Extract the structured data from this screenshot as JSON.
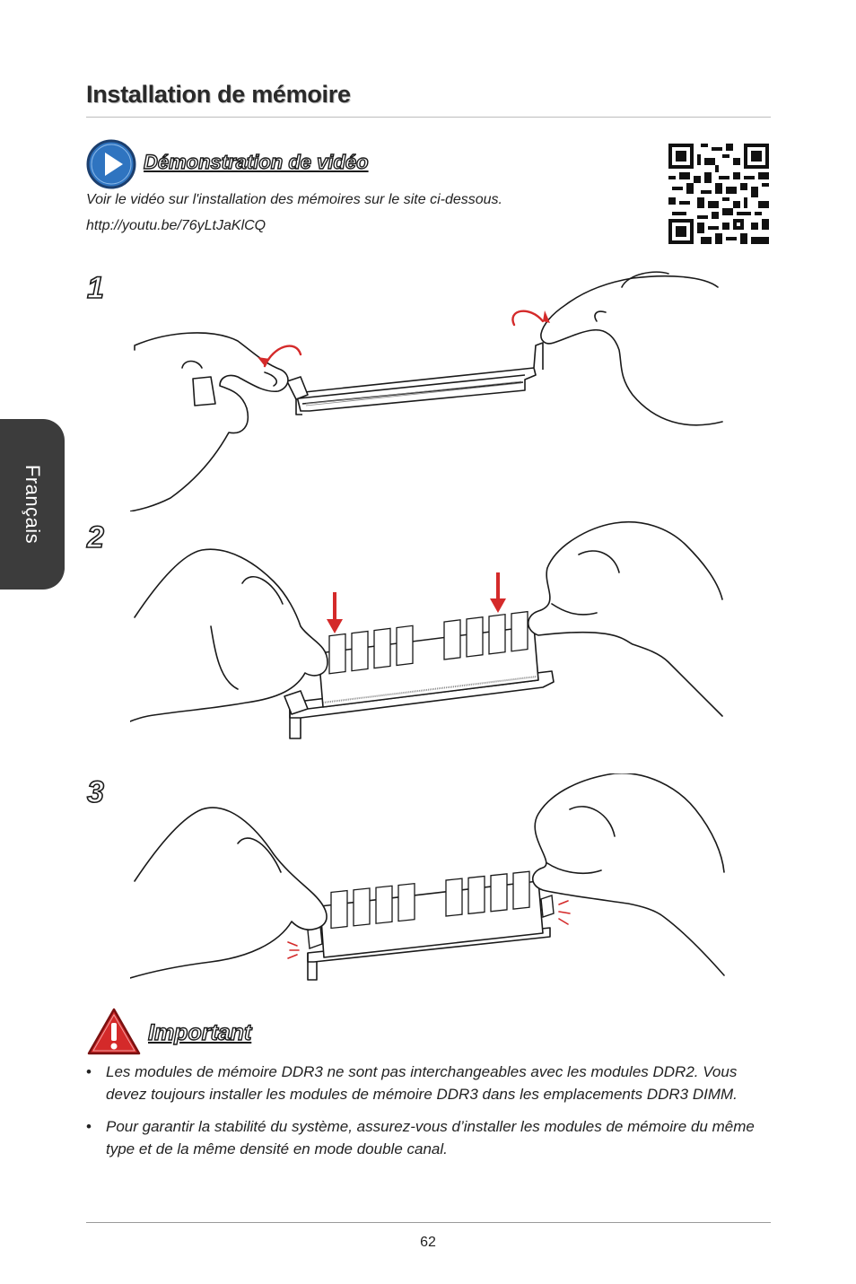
{
  "header": {
    "title": "Installation de mémoire"
  },
  "side_tab": {
    "label": "Français"
  },
  "video": {
    "heading": "Démonstration de vidéo",
    "description": "Voir le vidéo sur l'installation des mémoires sur le site ci-dessous.",
    "url": "http://youtu.be/76yLtJaKlCQ"
  },
  "steps": [
    {
      "number": "1"
    },
    {
      "number": "2"
    },
    {
      "number": "3"
    }
  ],
  "important": {
    "heading": "Important",
    "bullet_symbol": "•",
    "items": [
      "Les modules de mémoire DDR3 ne sont pas interchangeables avec les modules DDR2. Vous devez toujours installer les modules de mémoire DDR3 dans les emplacements DDR3 DIMM.",
      "Pour garantir la stabilité du système, assurez-vous d’installer les modules de mémoire du même type et de la même densité en mode double canal."
    ]
  },
  "footer": {
    "page_number": "62"
  },
  "colors": {
    "accent_red": "#d42a2a",
    "play_blue": "#2f74c0",
    "tab_gray": "#3c3c3c"
  }
}
